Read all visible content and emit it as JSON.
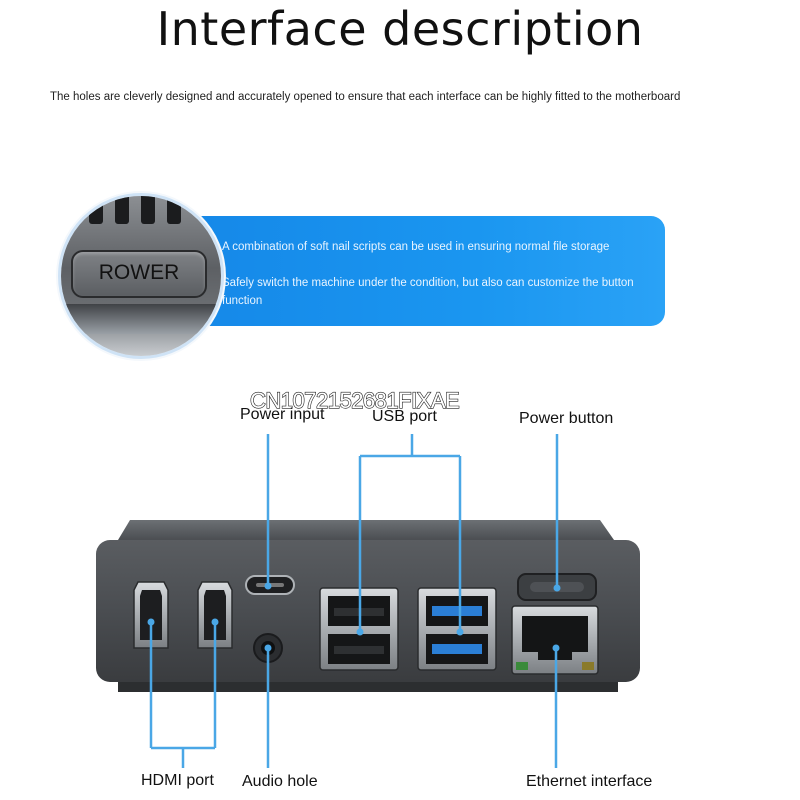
{
  "title": "Interface description",
  "subtitle": "The holes are cleverly designed and accurately opened to ensure that each interface can be highly fitted to the motherboard",
  "banner": {
    "line1": "A combination of soft nail scripts can be used in ensuring normal file storage",
    "line2": "Safely switch the machine under the condition, but also can customize the button function"
  },
  "button_closeup_label": "ROWER",
  "serial_text": "CN1072152681FIXAE",
  "port_labels": {
    "power_input": "Power input",
    "usb_port": "USB port",
    "power_button": "Power button",
    "hdmi_port": "HDMI port",
    "audio_hole": "Audio hole",
    "ethernet_interface": "Ethernet interface"
  },
  "colors": {
    "banner_blue": "#1a8ff0",
    "callout_line_blue": "#4aa7e6",
    "usb3_blue": "#2b7fd6",
    "device_body": "#505458"
  }
}
